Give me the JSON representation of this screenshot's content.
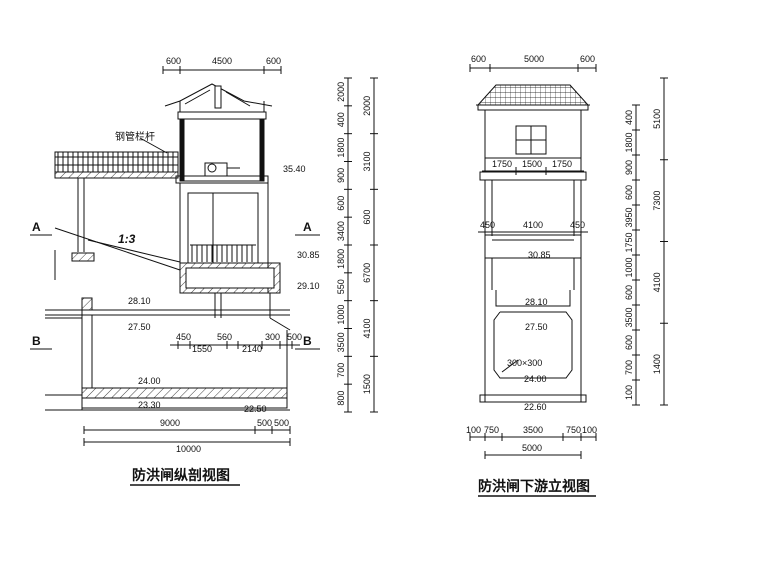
{
  "left_view": {
    "title": "防洪闸纵剖视图",
    "railing_label": "钢管栏杆",
    "slope_label": "1:3",
    "section_a": "A",
    "section_b": "B",
    "top_dims": [
      "600",
      "4500",
      "600"
    ],
    "bottom_dims": [
      "9000",
      "500",
      "500",
      "10000"
    ],
    "mid_dims": [
      "450",
      "1550",
      "560",
      "2140",
      "300",
      "500"
    ],
    "elevations": [
      "35.40",
      "30.85",
      "29.10",
      "28.10",
      "27.50",
      "24.00",
      "23.30",
      "22.50"
    ],
    "right_dims_inner": [
      "2000",
      "400",
      "1800",
      "900",
      "600",
      "3400",
      "1800",
      "550",
      "1000",
      "3500",
      "700",
      "800"
    ],
    "right_dims_outer": [
      "2000",
      "3100",
      "600",
      "6700",
      "4100",
      "1500"
    ]
  },
  "right_view": {
    "title": "防洪闸下游立视图",
    "top_dims": [
      "600",
      "5000",
      "600"
    ],
    "window_dims": [
      "1750",
      "1500",
      "1750"
    ],
    "inner_dims": [
      "450",
      "4100",
      "450"
    ],
    "elevations": [
      "30.85",
      "28.10",
      "27.50",
      "24.00",
      "22.60"
    ],
    "culvert_label": "300×300",
    "bottom_dims": [
      "100",
      "750",
      "3500",
      "750",
      "100",
      "5000"
    ],
    "right_dims_inner": [
      "400",
      "1800",
      "900",
      "600",
      "3950",
      "1750",
      "1000",
      "600",
      "3500",
      "600",
      "700",
      "100"
    ],
    "right_dims_outer": [
      "5100",
      "7300",
      "4100",
      "1400"
    ]
  }
}
